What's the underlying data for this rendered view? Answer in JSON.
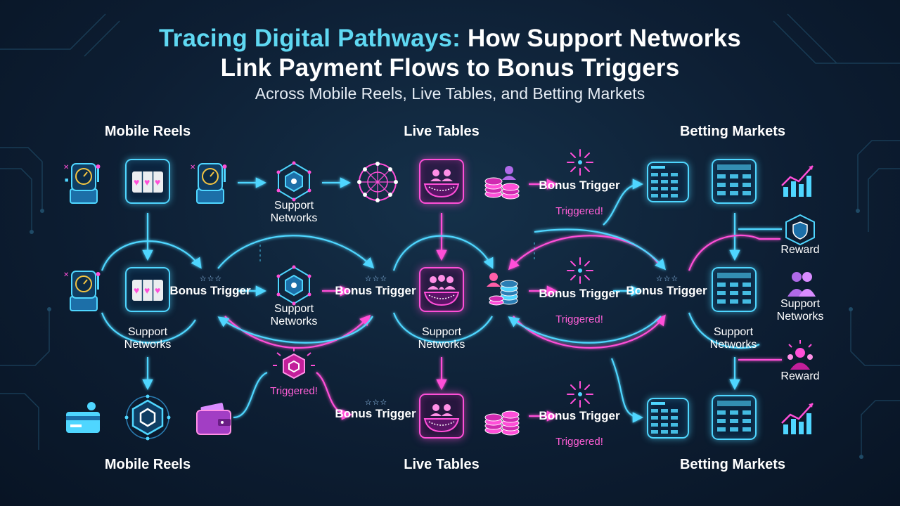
{
  "title": {
    "highlight": "Tracing Digital Pathways:",
    "rest_line1": " How Support Networks",
    "line2": "Link Payment Flows to Bonus Triggers"
  },
  "subtitle": "Across Mobile Reels, Live Tables, and Betting Markets",
  "columns": {
    "mobile_reels": "Mobile Reels",
    "live_tables": "Live Tables",
    "betting_markets": "Betting Markets"
  },
  "labels": {
    "support_networks_1": "Support Networks",
    "support_networks_2": "Support Networks",
    "support_networks_3": "Support Networks",
    "support_networks_4": "Support Networks",
    "support_networks_5": "Support Networks",
    "support_networks_6": "Support Networks",
    "bonus_trigger_1": "Bonus Trigger",
    "bonus_trigger_2": "Bonus Trigger",
    "bonus_trigger_3": "Bonus Trigger",
    "bonus_trigger_4": "Bonus Trigger",
    "bonus_trigger_5": "Bonus Trigger",
    "bonus_trigger_6": "Bonus Trigger",
    "bonus_trigger_7": "Bonus Trigger",
    "triggered": "Triggered!",
    "reward": "Reward",
    "stars": "☆☆☆"
  },
  "colors": {
    "cyan": "#4fd6ff",
    "pink": "#ff4fd8",
    "title_highlight": "#5fd8f2",
    "background": "#0d1e33"
  },
  "icons": [
    "slot-machine-icon",
    "slot-reels-icon",
    "hexagon-network-icon",
    "network-ring-icon",
    "live-table-icon",
    "chip-stack-icon",
    "fireworks-icon",
    "odds-board-icon",
    "growth-chart-icon",
    "shield-icon",
    "people-icon",
    "payment-card-icon",
    "wallet-icon"
  ]
}
